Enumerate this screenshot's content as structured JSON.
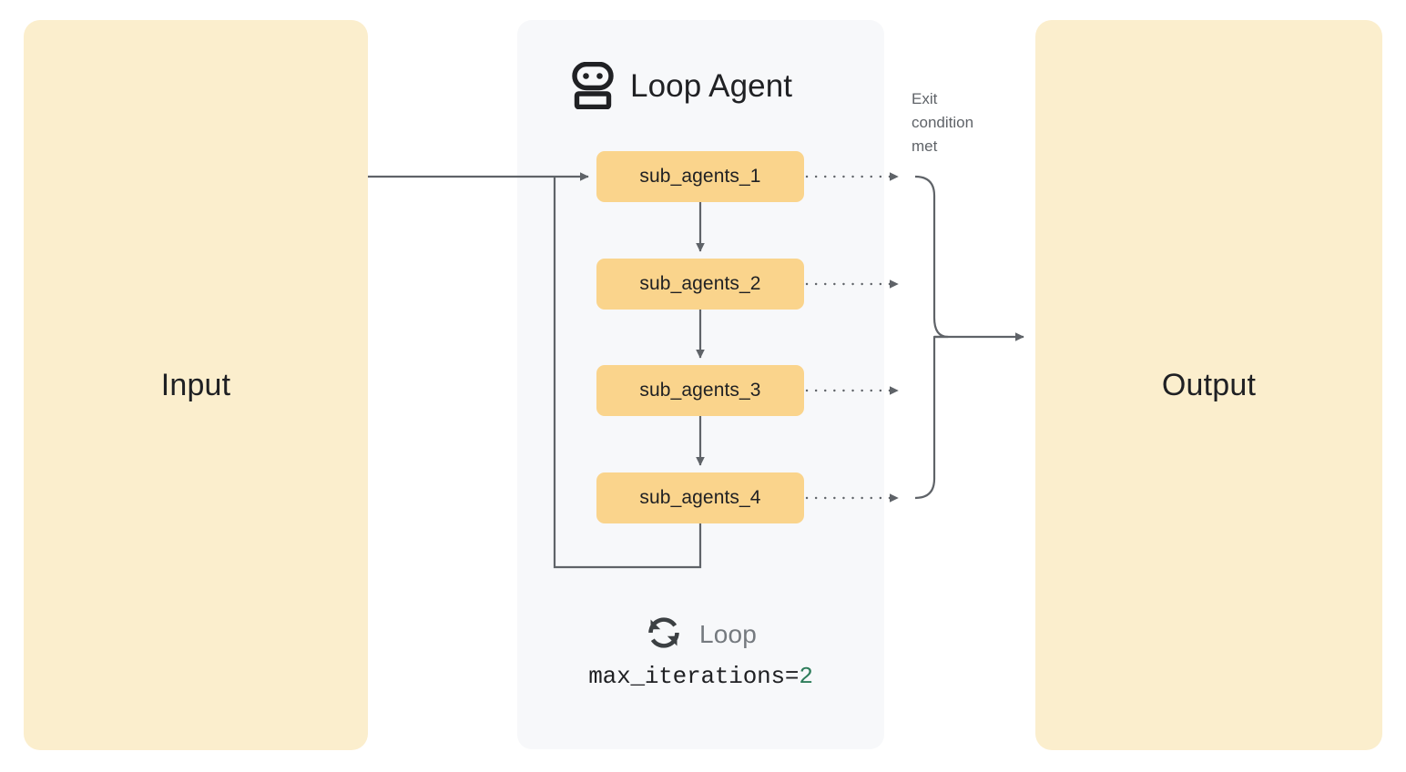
{
  "diagram": {
    "title": "Loop Agent",
    "title_icon": "robot-icon",
    "input_label": "Input",
    "output_label": "Output",
    "exit_caption": "Exit condition met",
    "loop_footer_label": "Loop",
    "loop_footer_icon": "loop-sync-icon",
    "loop_code_key": "max_iterations=",
    "loop_code_value": "2",
    "sub_agents": [
      {
        "label": "sub_agents_1"
      },
      {
        "label": "sub_agents_2"
      },
      {
        "label": "sub_agents_3"
      },
      {
        "label": "sub_agents_4"
      }
    ],
    "colors": {
      "io_panel": "#fbeecd",
      "agent_panel": "#f7f8fa",
      "agent_box": "#fad48c",
      "wire": "#5f6368",
      "text_dark": "#1f2023",
      "text_muted": "#5f6368",
      "code_value": "#2e7d5b"
    }
  }
}
